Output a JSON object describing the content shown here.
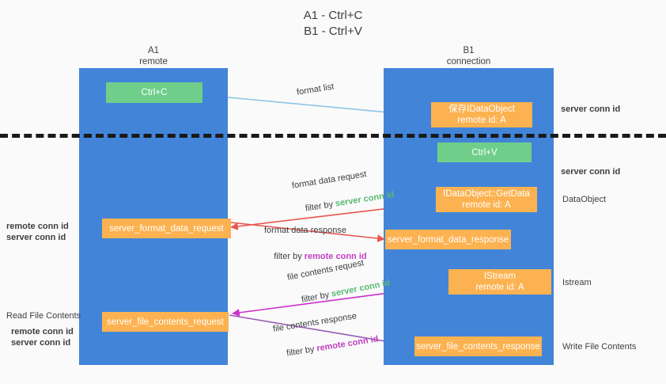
{
  "title": "A1 - Ctrl+C\nB1 - Ctrl+V",
  "lanes": {
    "a": {
      "name": "A1",
      "role": "remote",
      "header": "A1\nremote"
    },
    "b": {
      "name": "B1",
      "role": "connection",
      "header": "B1\nconnection"
    }
  },
  "colors": {
    "lane": "#4285d8",
    "green_box": "#6fcf8a",
    "orange_box": "#fcb250",
    "server_conn_id": "#57bb72",
    "remote_conn_id": "#c23fc2",
    "arrow_blue": "#8ec5e8",
    "arrow_red": "#e8554f",
    "arrow_magenta": "#cc2fcc",
    "arrow_purple": "#9b59b6",
    "arrow_black": "#1a1a1a",
    "separator": "#1a1a1a",
    "background": "#fafafa"
  },
  "boxes": {
    "ctrl_c": "Ctrl+C",
    "ctrl_v": "Ctrl+V",
    "save_idataobject": "保存IDataObject\nremote id: A",
    "idataobject_getdata": "IDataObject::GetData\nremote id: A",
    "istream": "IStream\nremote id: A",
    "server_format_data_request": "server_format_data_request",
    "server_format_data_response": "server_format_data_response",
    "server_file_contents_request": "server_file_contents_request",
    "server_file_contents_response": "server_file_contents_response"
  },
  "arrow_labels": {
    "format_list": "format list",
    "format_data_request": "format data request",
    "format_data_request_filter_prefix": "filter by ",
    "format_data_request_filter_key": "server conn id",
    "format_data_response": "format data response",
    "format_data_response_filter_prefix": "filter by ",
    "format_data_response_filter_key": "remote conn id",
    "file_contents_request": "file contents request",
    "file_contents_request_filter_prefix": "filter by ",
    "file_contents_request_filter_key": "server conn id",
    "file_contents_response": "file contents response",
    "file_contents_response_filter_prefix": "filter by ",
    "file_contents_response_filter_key": "remote conn id"
  },
  "right_labels": {
    "server_conn_id_top": "server conn id",
    "server_conn_id_mid": "server conn id",
    "dataobject": "DataObject",
    "istream": "Istream",
    "write_file_contents": "Write File Contents"
  },
  "left_labels": {
    "remote_conn_id_mid": "remote conn id",
    "server_conn_id_mid": "server conn id",
    "read_file_contents": "Read File Contents",
    "remote_conn_id_bottom": "remote conn id",
    "server_conn_id_bottom": "server conn id"
  }
}
